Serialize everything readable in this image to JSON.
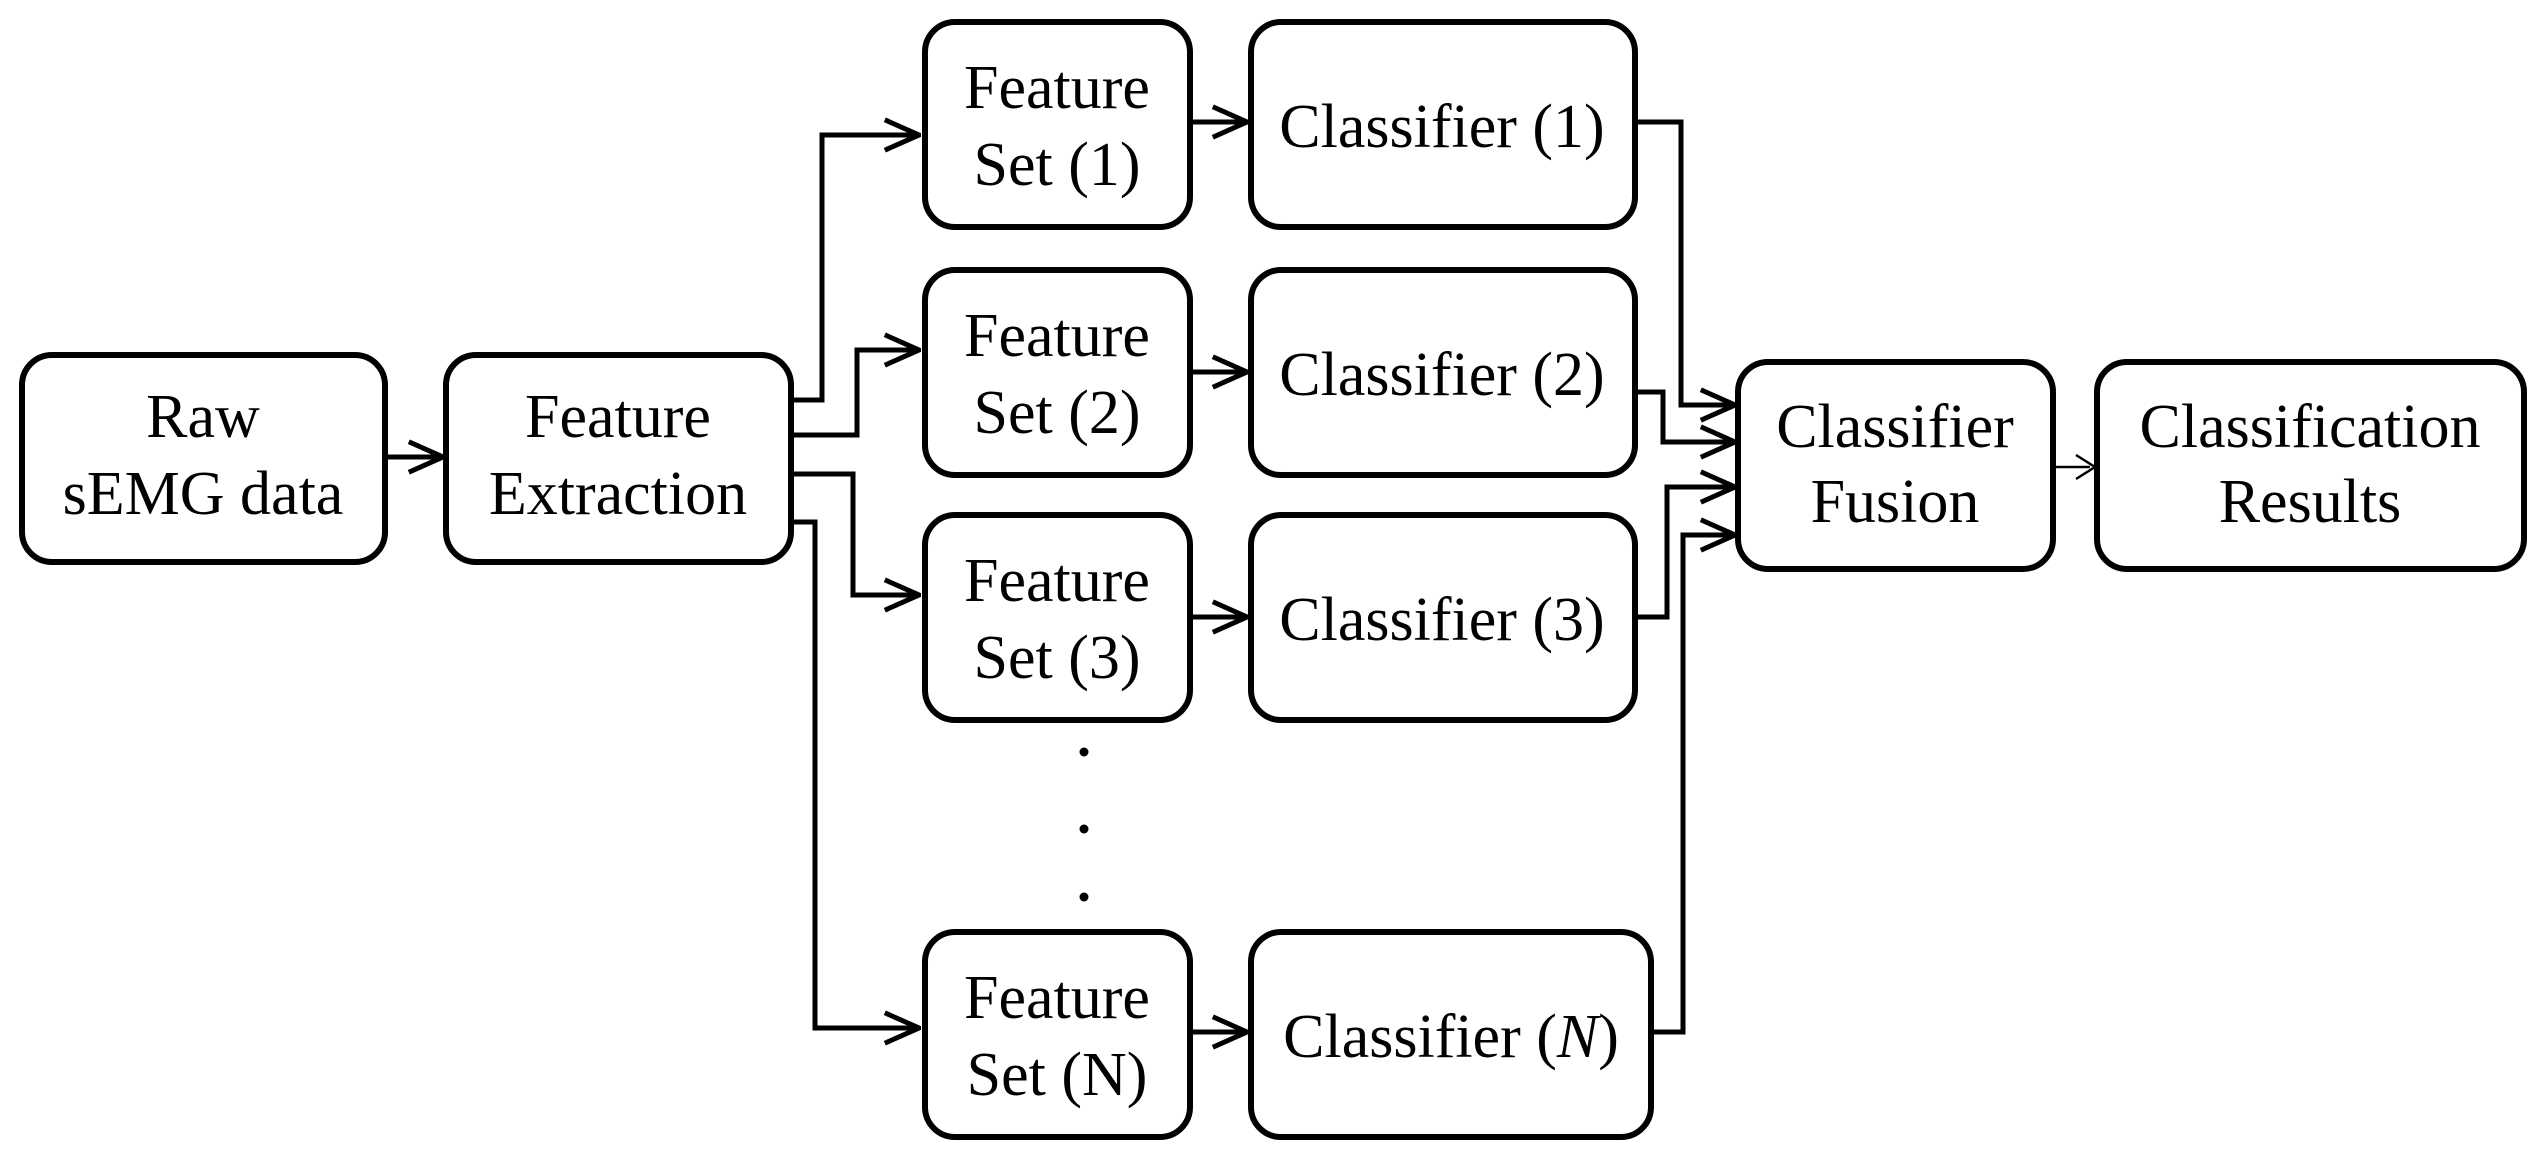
{
  "nodes": {
    "raw": {
      "line1": "Raw",
      "line2": "sEMG data"
    },
    "extract": {
      "line1": "Feature",
      "line2": "Extraction"
    },
    "fs1": {
      "line1": "Feature",
      "line2": "Set (1)"
    },
    "fs2": {
      "line1": "Feature",
      "line2": "Set (2)"
    },
    "fs3": {
      "line1": "Feature",
      "line2": "Set (3)"
    },
    "fsn": {
      "line1": "Feature",
      "line2": "Set (N)"
    },
    "cl1": {
      "label": "Classifier (1)"
    },
    "cl2": {
      "label": "Classifier (2)"
    },
    "cl3": {
      "label": "Classifier (3)"
    },
    "cln": {
      "prefix": "Classifier (",
      "var": "N",
      "suffix": ")"
    },
    "fusion": {
      "line1": "Classifier",
      "line2": "Fusion"
    },
    "results": {
      "line1": "Classification",
      "line2": "Results"
    }
  },
  "ellipsis": "⋮",
  "colors": {
    "stroke": "#000000",
    "fill": "#ffffff",
    "text": "#000000"
  }
}
